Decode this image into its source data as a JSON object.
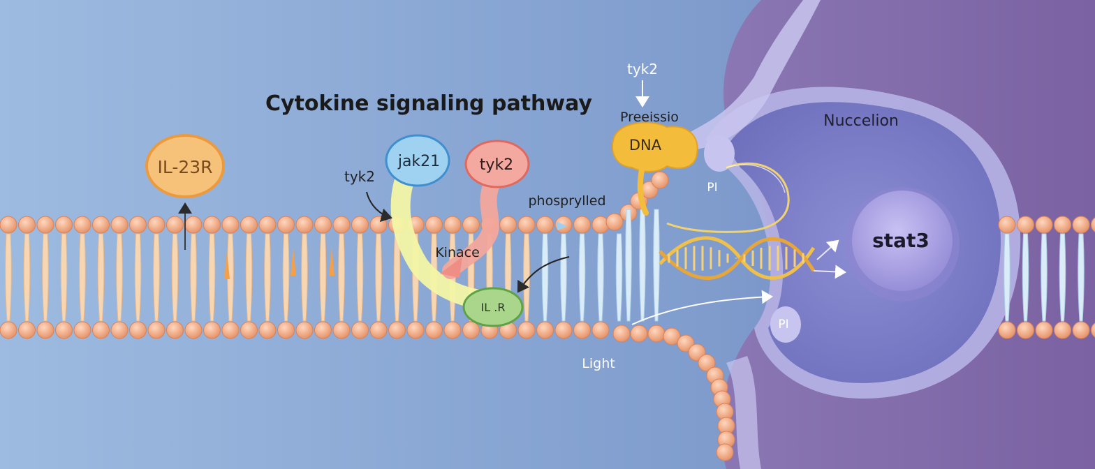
{
  "title": "Cytokine signaling pathway",
  "labels": {
    "il23r": "IL-23R",
    "jak21": "jak21",
    "tyk2_bubble": "tyk2",
    "tyk2_left": "tyk2",
    "tyk2_top": "tyk2",
    "kinace": "Kinace",
    "phosphorylated": "phosprylled",
    "receptor": "IL .R",
    "preessio": "Preeissio",
    "dna": "DNA",
    "pi_upper": "PI",
    "pi_lower": "PI",
    "light": "Light",
    "nucleus": "Nuccelion",
    "stat3": "stat3"
  },
  "colors": {
    "background_left": "#9ebde2",
    "background_right": "#6f86bd",
    "nucleus_panel": "#7d6aa6",
    "membrane_head": "#eba07a",
    "il23r_fill": "#f6c27a",
    "jak_fill": "#9fd2f0",
    "tyk2_fill": "#f4a9a0",
    "receptor_fill": "#a9d68a",
    "dna_fill": "#f3bd3b",
    "stat3_fill": "#b3ace8"
  }
}
